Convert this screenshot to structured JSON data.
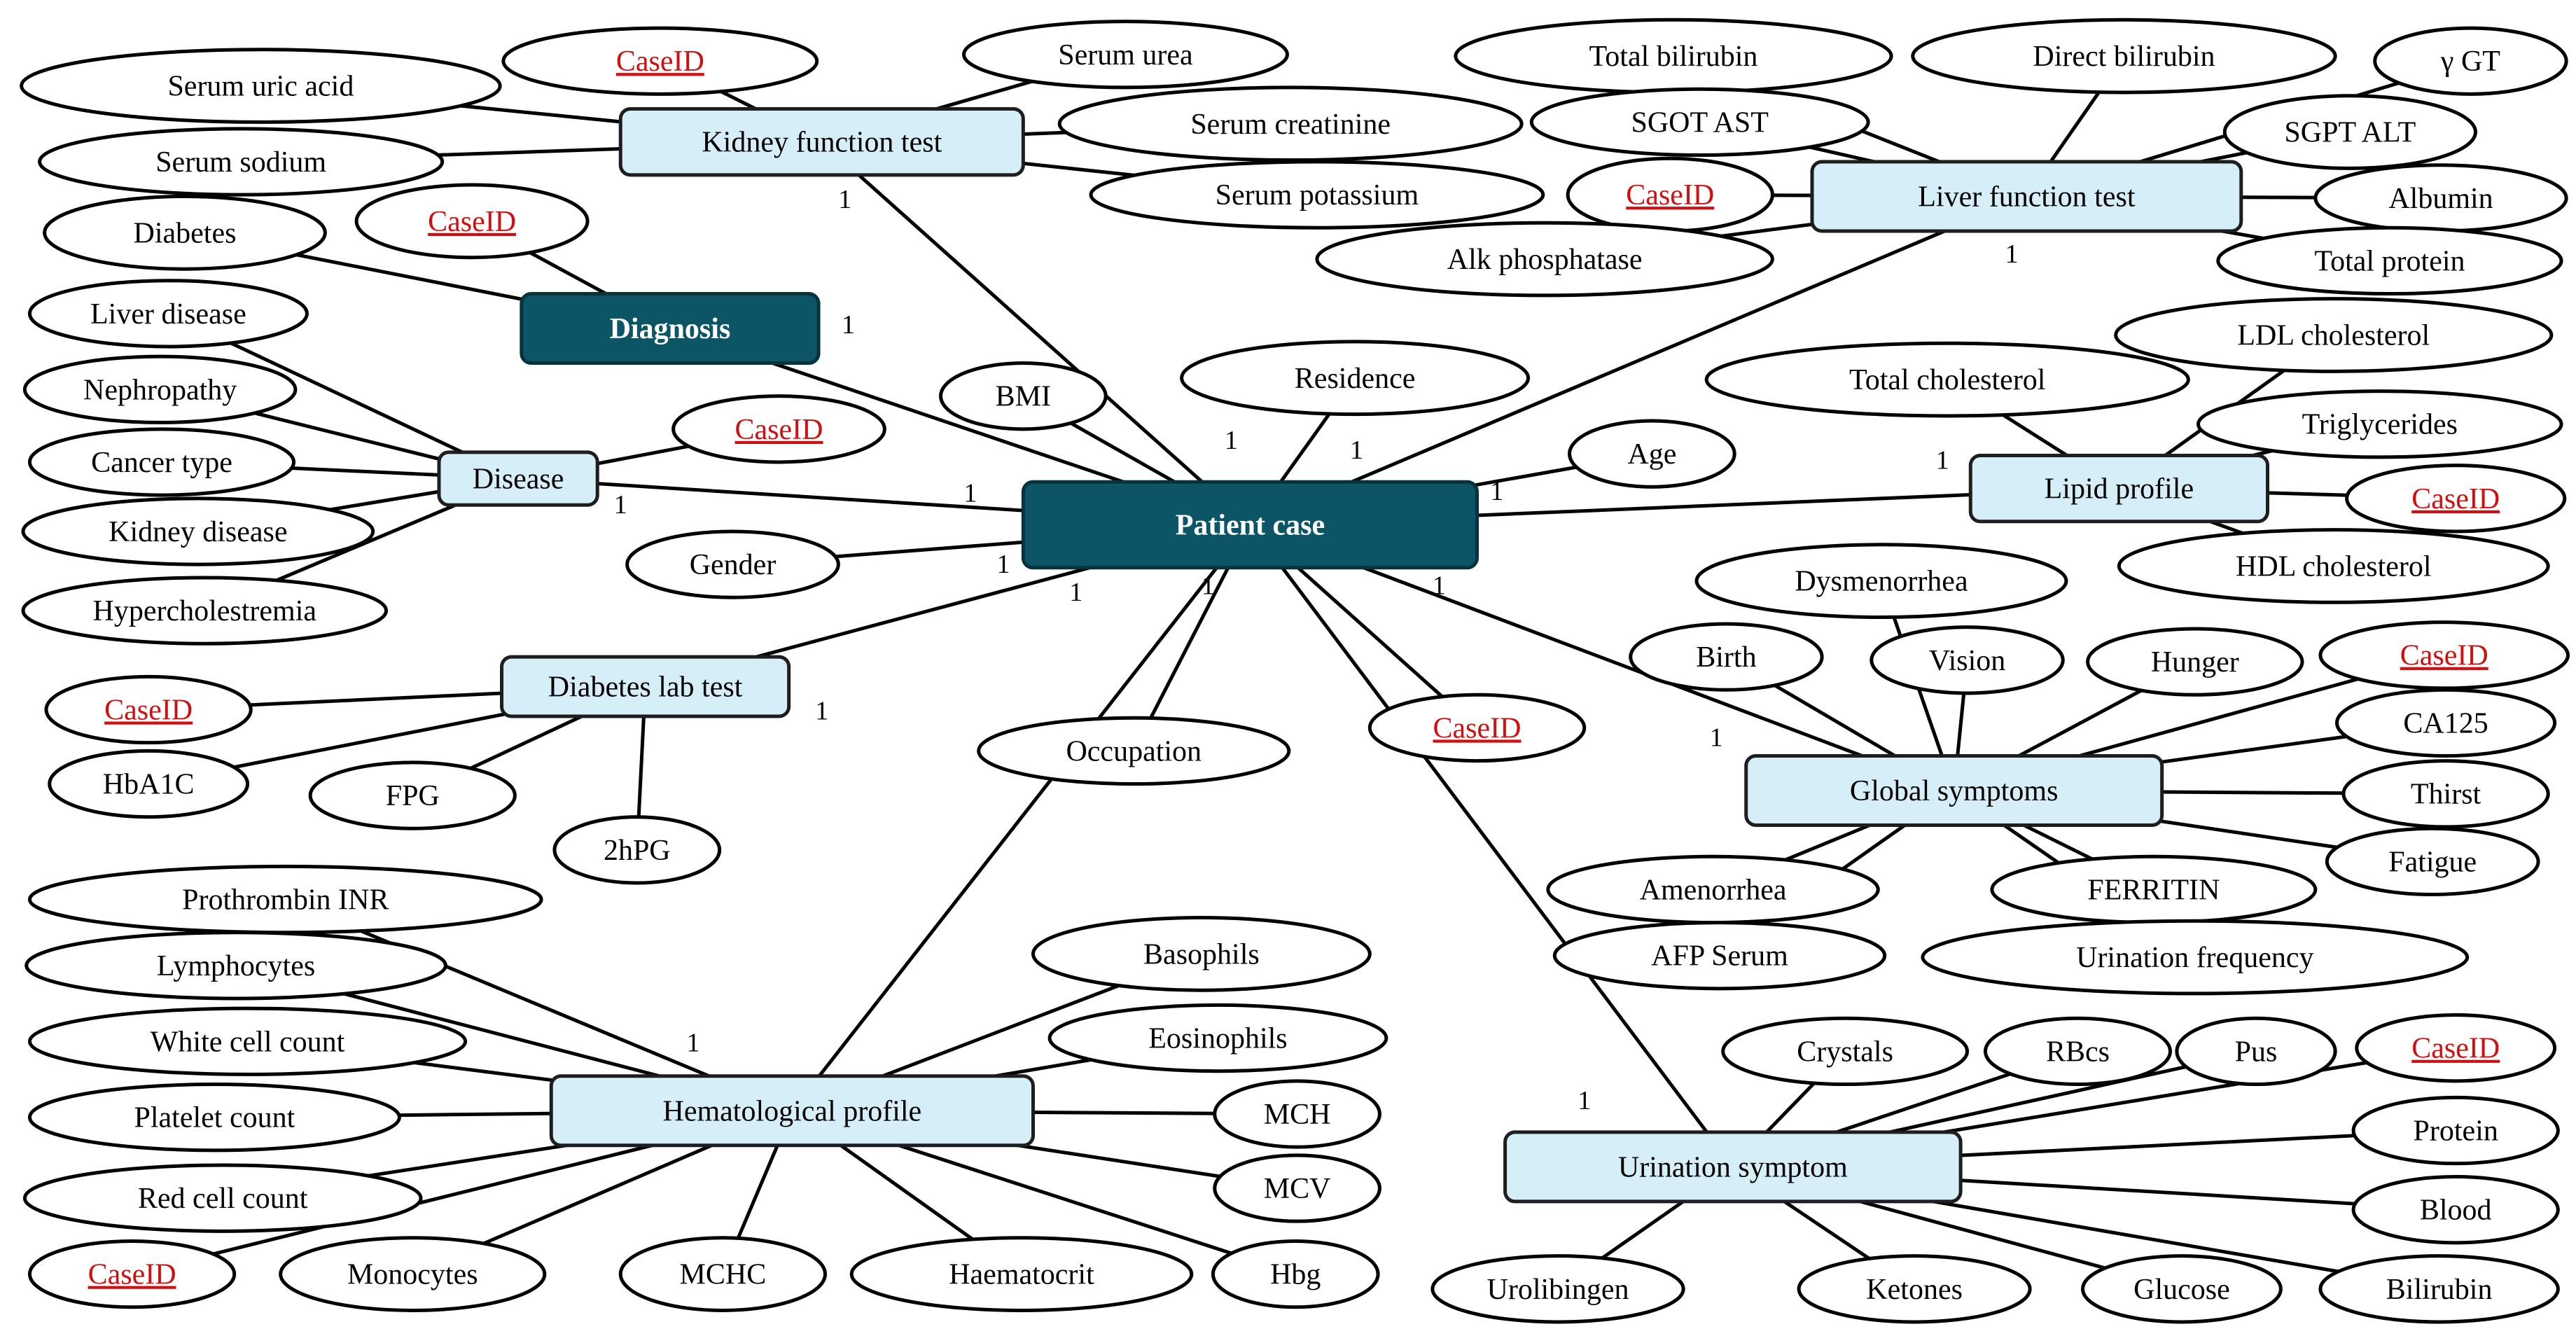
{
  "entities": {
    "patient": "Patient case",
    "diagnosis": "Diagnosis",
    "kidney": "Kidney  function  test",
    "liver": "Liver function test",
    "disease": "Disease",
    "lipid": "Lipid profile",
    "diabetes": "Diabetes lab test",
    "global": "Global symptoms",
    "hema": "Hematological profile",
    "urine": "Urination symptom"
  },
  "attributes": {
    "caseid": "CaseID",
    "serum_uric": "Serum uric acid",
    "serum_sodium": "Serum sodium",
    "serum_urea": "Serum urea",
    "serum_creatinine": "Serum creatinine",
    "serum_potassium": "Serum potassium",
    "diabetes_a": "Diabetes",
    "liver_disease": "Liver disease",
    "nephropathy": "Nephropathy",
    "cancer_type": "Cancer type",
    "kidney_disease": "Kidney disease",
    "hyperchol": "Hypercholestremia",
    "total_bili": "Total bilirubin",
    "direct_bili": "Direct bilirubin",
    "ggt": "γ GT",
    "sgot": "SGOT  AST",
    "sgpt": "SGPT  ALT",
    "albumin": "Albumin",
    "alk": "Alk  phosphatase",
    "total_protein": "Total protein",
    "bmi": "BMI",
    "residence": "Residence",
    "age": "Age",
    "gender": "Gender",
    "occupation": "Occupation",
    "total_chol": "Total cholesterol",
    "ldl": "LDL cholesterol",
    "trig": "Triglycerides",
    "hdl": "HDL cholesterol",
    "hba1c": "HbA1C",
    "fpg": "FPG",
    "p2hpg": "2hPG",
    "dysmen": "Dysmenorrhea",
    "birth": "Birth",
    "vision": "Vision",
    "hunger": "Hunger",
    "ca125": "CA125",
    "thirst": "Thirst",
    "fatigue": "Fatigue",
    "amen": "Amenorrhea",
    "ferritin": "FERRITIN",
    "afp": "AFP Serum",
    "urifreq": "Urination frequency",
    "pt_inr": "Prothrombin  INR",
    "lymph": "Lymphocytes",
    "wcc": "White cell count",
    "plt": "Platelet count",
    "rcc": "Red cell count",
    "mono": "Monocytes",
    "mchc": "MCHC",
    "hct": "Haematocrit",
    "hbg": "Hbg",
    "mcv": "MCV",
    "mch": "MCH",
    "eos": "Eosinophils",
    "baso": "Basophils",
    "crystals": "Crystals",
    "rbcs": "RBcs",
    "pus": "Pus",
    "protein": "Protein",
    "blood": "Blood",
    "bilirubin": "Bilirubin",
    "glucose": "Glucose",
    "ketones": "Ketones",
    "urolib": "Urolibingen"
  },
  "cardinality": "1"
}
